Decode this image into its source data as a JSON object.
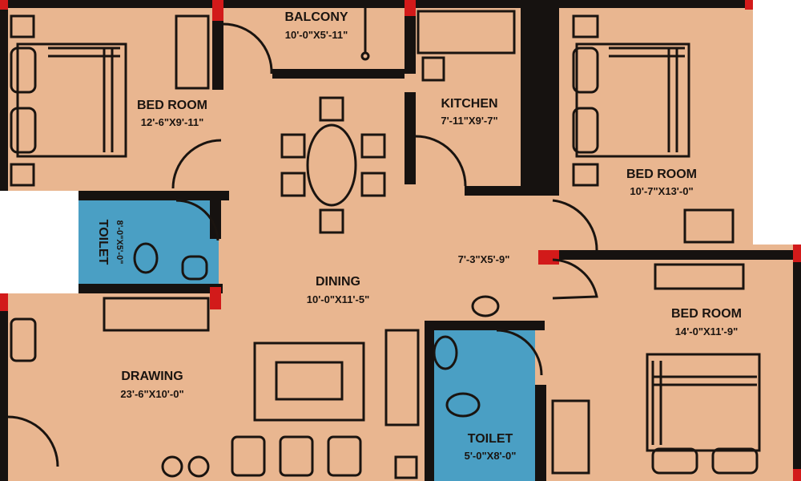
{
  "colors": {
    "floor": "#e9b690",
    "wall": "#161210",
    "toilet": "#4a9fc4",
    "column": "#d21a1a",
    "background": "#ffffff"
  },
  "rooms": {
    "balcony": {
      "name": "BALCONY",
      "dims": "10'-0\"X5'-11\""
    },
    "bed1": {
      "name": "BED ROOM",
      "dims": "12'-6\"X9'-11\""
    },
    "kitchen": {
      "name": "KITCHEN",
      "dims": "7'-11\"X9'-7\""
    },
    "bed2": {
      "name": "BED ROOM",
      "dims": "10'-7\"X13'-0\""
    },
    "toilet1": {
      "name": "TOILET",
      "dims": "8'-0\"X5'-0\""
    },
    "lobby": {
      "dims": "7'-3\"X5'-9\""
    },
    "dining": {
      "name": "DINING",
      "dims": "10'-0\"X11'-5\""
    },
    "bed3": {
      "name": "BED ROOM",
      "dims": "14'-0\"X11'-9\""
    },
    "drawing": {
      "name": "DRAWING",
      "dims": "23'-6\"X10'-0\""
    },
    "toilet2": {
      "name": "TOILET",
      "dims": "5'-0\"X8'-0\""
    }
  }
}
